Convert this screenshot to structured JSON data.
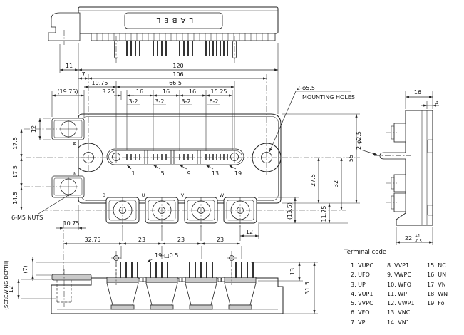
{
  "drawing": {
    "top_view": {
      "label": "LABEL"
    },
    "dims": {
      "d11": "11",
      "d120": "120",
      "d7": "7",
      "d106": "106",
      "d19_75": "19.75",
      "d66_5": "66.5",
      "d19_75p": "(19.75)",
      "d3_25": "3.25",
      "d16a": "16",
      "d16b": "16",
      "d16c": "16",
      "d15_25": "15.25",
      "g3_2a": "3-2",
      "g3_2b": "3-2",
      "g3_2c": "3-2",
      "g6_2": "6-2",
      "d12_left": "12",
      "d17_5a": "17.5",
      "d17_5b": "17.5",
      "d14_5": "14.5",
      "d10_75": "10.75",
      "d32_75": "32.75",
      "d23a": "23",
      "d23b": "23",
      "d23c": "23",
      "d12_right": "12",
      "d13_5p": "(13.5)",
      "d11_75": "11.75",
      "d27_5": "27.5",
      "d32": "32",
      "d55": "55"
    },
    "labels": {
      "nuts": "6-M5 NUTS",
      "mounting_qty": "2-φ5.5",
      "mounting": "MOUNTING HOLES",
      "pin_dia": "2-φ2.5",
      "pin_sq": "19-□0.5",
      "screwing": "(SCREWING DEPTH)"
    },
    "pins": {
      "p1": "1",
      "p5": "5",
      "p9": "9",
      "p13": "13",
      "p19": "19"
    },
    "terminals": {
      "n": "N",
      "p": "P",
      "b": "B",
      "u": "U",
      "v": "V",
      "w": "W"
    },
    "side_view": {
      "d16": "16",
      "d3": "3",
      "d22": "22",
      "d22_tol_plus": "+1",
      "d22_tol_minus": "-0.5"
    },
    "bottom_view": {
      "d7p": "(7)",
      "d12": "12",
      "d13": "13",
      "d31_5": "31.5"
    }
  },
  "terminal_code": {
    "title": "Terminal code",
    "col1": [
      "1. VUPC",
      "2. UFO",
      "3. UP",
      "4. VUP1",
      "5. VVPC",
      "6. VFO",
      "7. VP"
    ],
    "col2": [
      "8. VVP1",
      "9. VWPC",
      "10. WFO",
      "11. WP",
      "12. VWP1",
      "13. VNC",
      "14. VN1"
    ],
    "col3": [
      "15. NC",
      "16. UN",
      "17. VN",
      "18. WN",
      "19. Fo"
    ]
  }
}
